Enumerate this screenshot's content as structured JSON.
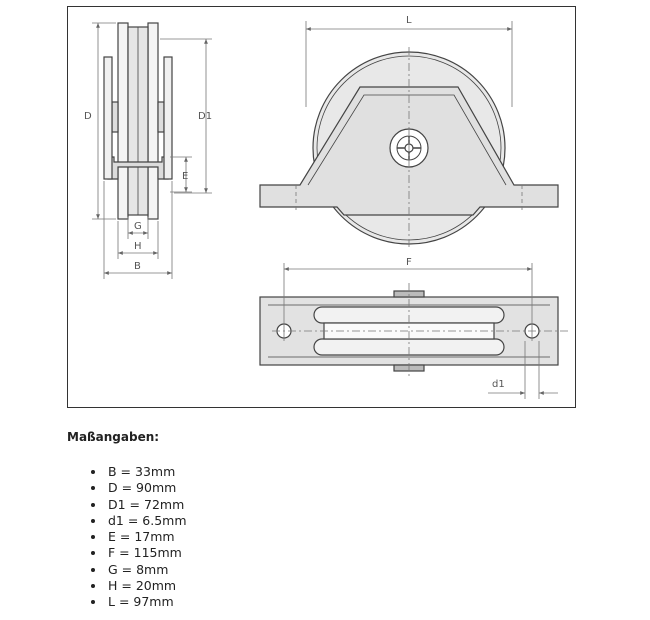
{
  "drawing": {
    "labels": {
      "D": "D",
      "D1": "D1",
      "E": "E",
      "G": "G",
      "H": "H",
      "B": "B",
      "L": "L",
      "F": "F",
      "d1": "d1"
    }
  },
  "specs": {
    "title": "Maßangaben:",
    "items": [
      "B = 33mm",
      "D = 90mm",
      "D1 = 72mm",
      "d1 = 6.5mm",
      "E = 17mm",
      "F = 115mm",
      "G = 8mm",
      "H = 20mm",
      "L = 97mm"
    ]
  }
}
